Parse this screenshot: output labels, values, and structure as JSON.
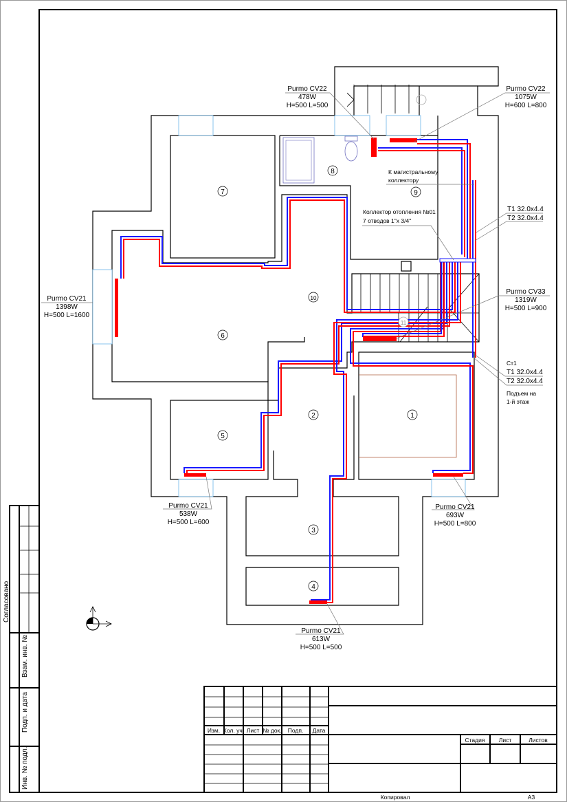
{
  "radiators": {
    "cv22_478": {
      "model": "Purmo CV22",
      "power": "478W",
      "size": "H=500  L=500"
    },
    "cv22_1075": {
      "model": "Purmo CV22",
      "power": "1075W",
      "size": "H=600  L=800"
    },
    "cv21_1398": {
      "model": "Purmo CV21",
      "power": "1398W",
      "size": "H=500  L=1600"
    },
    "cv33_1319": {
      "model": "Purmo CV33",
      "power": "1319W",
      "size": "H=500  L=900"
    },
    "cv21_538": {
      "model": "Purmo CV21",
      "power": "538W",
      "size": "H=500  L=600"
    },
    "cv21_693": {
      "model": "Purmo CV21",
      "power": "693W",
      "size": "H=500  L=800"
    },
    "cv21_613": {
      "model": "Purmo CV21",
      "power": "613W",
      "size": "H=500  L=500"
    }
  },
  "notes": {
    "main_collector_1": "К магистральному",
    "main_collector_2": "коллектору",
    "collector_1": "Коллектор отопления №01",
    "collector_2": "7 отводов 1\"х 3/4\"",
    "t1_top": "T1 32.0x4.4",
    "t2_top": "T2 32.0x4.4",
    "riser": "Ст1",
    "t1_bottom": "T1 32.0x4.4",
    "t2_bottom": "T2 32.0x4.4",
    "rise_1": "Подъем на",
    "rise_2": "1-й этаж"
  },
  "rooms": [
    "1",
    "2",
    "3",
    "4",
    "5",
    "6",
    "7",
    "8",
    "9",
    "10",
    "11"
  ],
  "stamp": {
    "agreed": "Согласовано",
    "replace_inv": "Взам. инв. №",
    "sign_date": "Подп. и дата",
    "inv_orig": "Инв. № подл."
  },
  "title_block": {
    "headers": [
      "Изм.",
      "Кол. уч.",
      "Лист",
      "№ док.",
      "Подп.",
      "Дата"
    ],
    "stage": "Стадия",
    "sheet": "Лист",
    "sheets": "Листов",
    "copied": "Копировал",
    "format": "А3"
  }
}
